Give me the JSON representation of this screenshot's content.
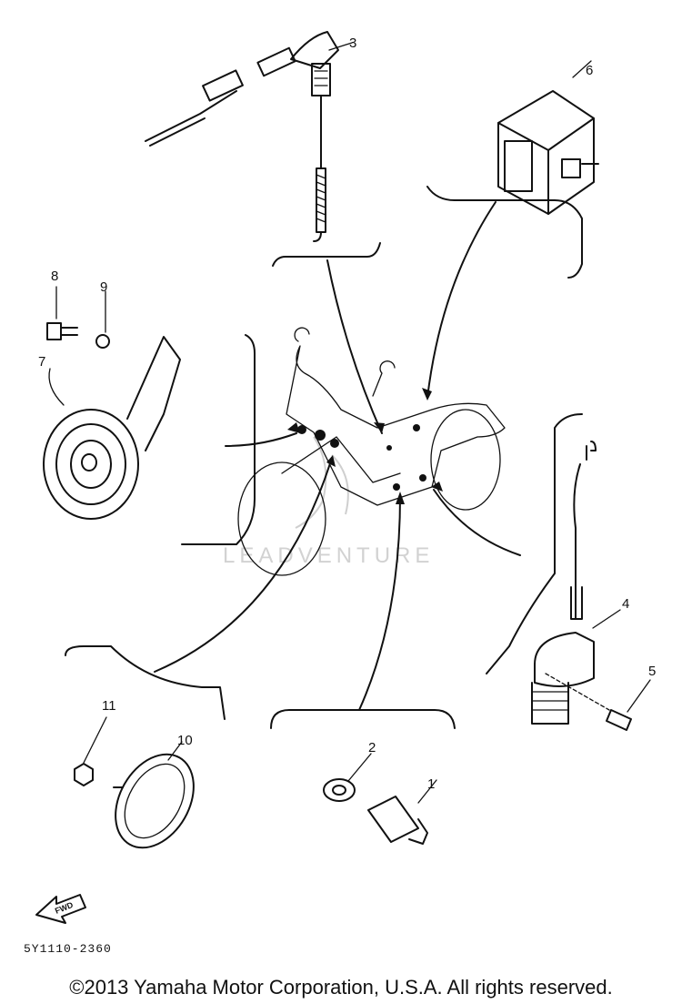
{
  "diagram": {
    "callouts": [
      "1",
      "2",
      "3",
      "4",
      "5",
      "6",
      "7",
      "8",
      "9",
      "10",
      "11"
    ],
    "part_code": "5Y1110-2360",
    "fwd_label": "FWD",
    "watermark": "LEADVENTURE",
    "copyright": "©2013 Yamaha Motor Corporation, U.S.A. All rights reserved."
  }
}
